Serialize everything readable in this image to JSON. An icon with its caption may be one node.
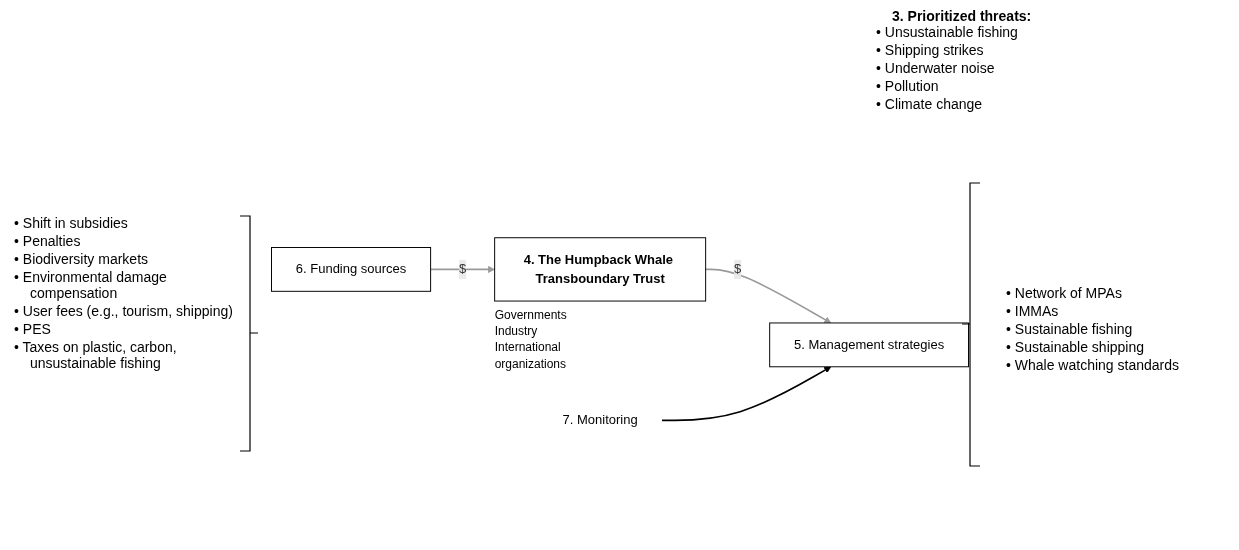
{
  "diagram": {
    "nodes": [
      {
        "text": [
          "6. Funding sources"
        ]
      },
      {
        "text": [
          "4. The Humpback Whale Transboundary Trust"
        ],
        "beside": [
          "Governments",
          "Industry",
          "International organizations"
        ]
      },
      {
        "text": [
          "5. Management strategies"
        ]
      },
      {
        "text": [
          "7. Monitoring"
        ]
      }
    ],
    "edges": [
      {
        "from": 0,
        "to": 1,
        "arrow": "to",
        "label": "$"
      },
      {
        "from": 1,
        "to": 2,
        "arrow": "to",
        "label": "$"
      },
      {
        "from": 3,
        "to": 2,
        "arrow": "to",
        "color": "#000000"
      }
    ],
    "labels": [
      "3. Prioritized threats:",
      "• Unsustainable fishing",
      "• Shipping strikes",
      "• Underwater noise",
      "• Pollution",
      "• Climate change",
      "• Shift in subsidies",
      "• Penalties",
      "• Biodiversity markets",
      "• Environmental damage compensation",
      "• User fees (e.g., tourism, shipping)",
      "• PES",
      "• Taxes on plastic, carbon, unsustainable fishing",
      "• Network of MPAs",
      "• IMMAs",
      "• Sustainable fishing",
      "• Sustainable shipping",
      "• Whale watching standards"
    ]
  }
}
